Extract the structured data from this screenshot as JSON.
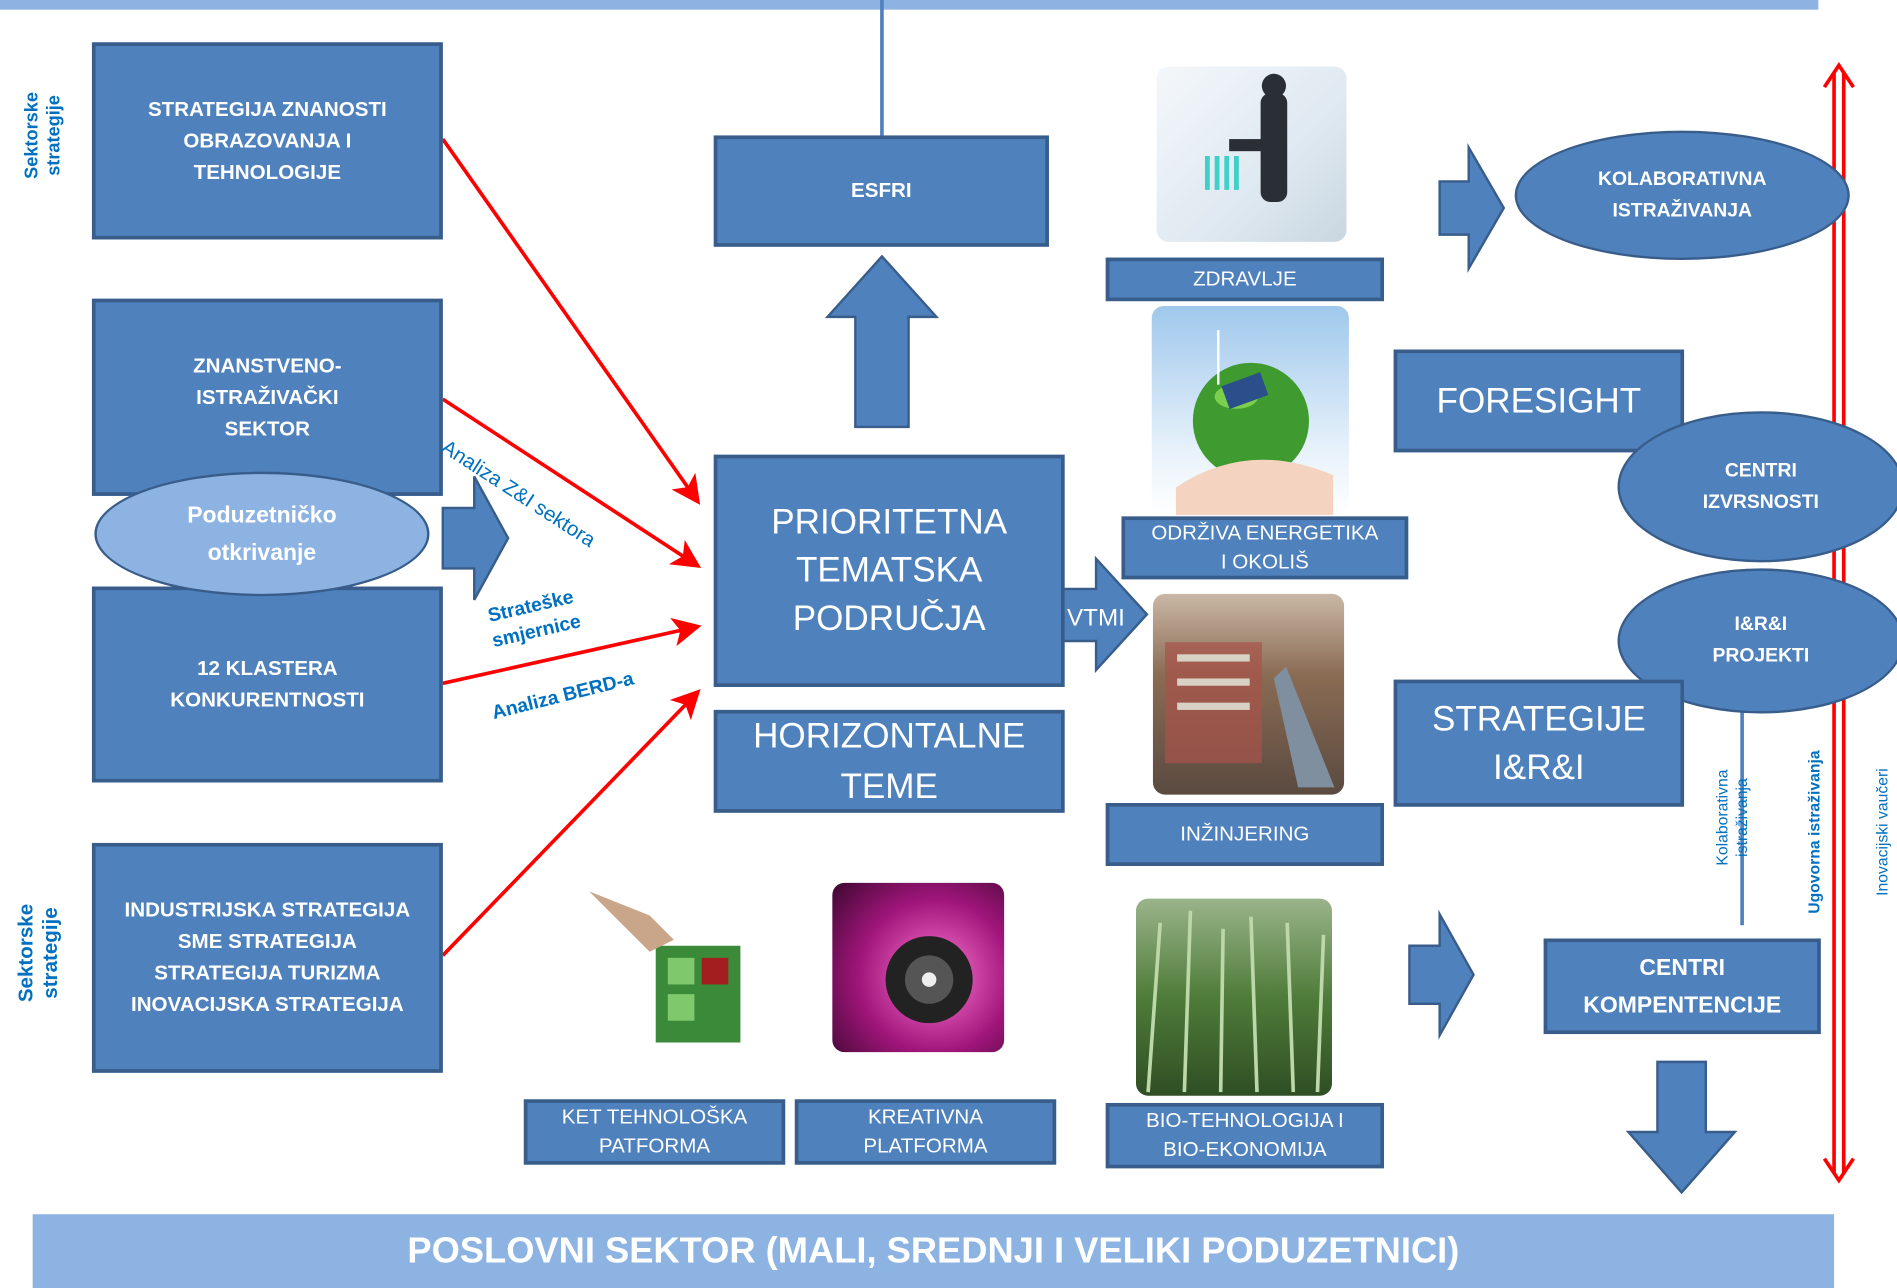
{
  "colors": {
    "box_fill": "#4f81bd",
    "box_border": "#385d8a",
    "band_fill": "#8db3e2",
    "accent_red": "#ff0000",
    "text_blue": "#0070c0"
  },
  "left_boxes": {
    "strategija_znanosti": "STRATEGIJA ZNANOSTI\nOBRAZOVANJA I\nTEHNOLOGIJE",
    "znanstveno_istrazivacki": "ZNANSTVENO-\nISTRAŽIVAČKI\nSEKTOR",
    "poduzetnicko_otkrivanje": "Poduzetničko\notkrivanje",
    "klastera": "12 KLASTERA\nKONKURENTNOSTI",
    "industrijska": "INDUSTRIJSKA STRATEGIJA\nSME STRATEGIJA\nSTRATEGIJA TURIZMA\nINOVACIJSKA STRATEGIJA"
  },
  "side_labels": {
    "top": "Sektorske\nstrategije",
    "bottom": "Sektorske\nstrategije"
  },
  "arrow_labels": {
    "analiza_zi": "Analiza Z&I sektora",
    "strateske": "Strateške\nsmjernice",
    "analiza_berd": "Analiza BERD-a"
  },
  "center": {
    "esfri": "ESFRI",
    "prioritetna": "PRIORITETNA\nTEMATSKA\nPODRUČJA",
    "horizontalne": "HORIZONTALNE\nTEME",
    "vtmi": "VTMI"
  },
  "themes": {
    "zdravlje": "ZDRAVLJE",
    "energetika": "ODRŽIVA ENERGETIKA\nI OKOLIŠ",
    "inzinjering": "INŽINJERING",
    "bio": "BIO-TEHNOLOGIJA I\nBIO-EKONOMIJA",
    "ket": "KET  TEHNOLOŠKA\nPATFORMA",
    "kreativna": "KREATIVNA\nPLATFORMA"
  },
  "right": {
    "kolaborativna": "KOLABORATIVNA\nISTRAŽIVANJA",
    "foresight": "FORESIGHT",
    "centri_izvrsnosti": "CENTRI\nIZVRSNOSTI",
    "irri_projekti": "I&R&I\nPROJEKTI",
    "strategije_iri": "STRATEGIJE\nI&R&I",
    "centri_kompetencije": "CENTRI\nKOMPENTENCIJE"
  },
  "vertical_labels": {
    "kolaborativna_istrazivanja": "Kolaborativna\nistraživanja",
    "ugovorna": "Ugovorna istraživanja",
    "vauceri": "Inovacijski vaučeri"
  },
  "bottom_band": "POSLOVNI SEKTOR (MALI, SREDNJI I VELIKI PODUZETNICI)"
}
